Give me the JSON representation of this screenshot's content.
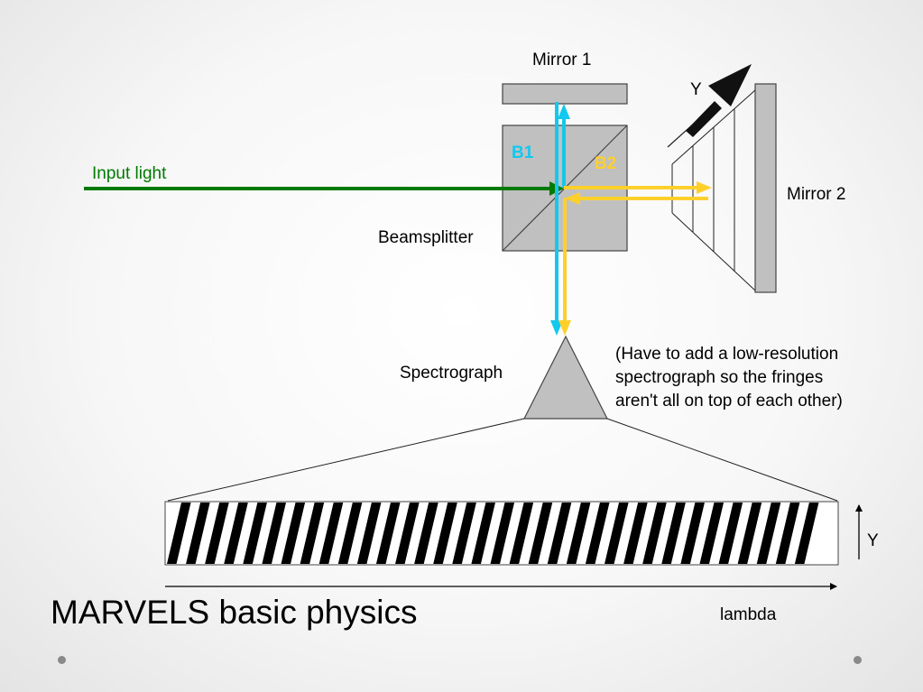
{
  "labels": {
    "mirror1": "Mirror 1",
    "mirror2": "Mirror 2",
    "y_motion": "Y",
    "b1": "B1",
    "b2": "B2",
    "input_light": "Input light",
    "beamsplitter": "Beamsplitter",
    "spectrograph": "Spectrograph",
    "y_axis": "Y",
    "lambda_axis": "lambda"
  },
  "note_lines": [
    "(Have to add a low-resolution",
    "spectrograph so the fringes",
    "aren't all on top of each other)"
  ],
  "title": "MARVELS basic physics",
  "colors": {
    "input_light": "#007a00",
    "b1": "#12c8ee",
    "b2": "#ffd02a",
    "optics_fill": "#c0c0c0"
  },
  "fringe_stripes": 34
}
